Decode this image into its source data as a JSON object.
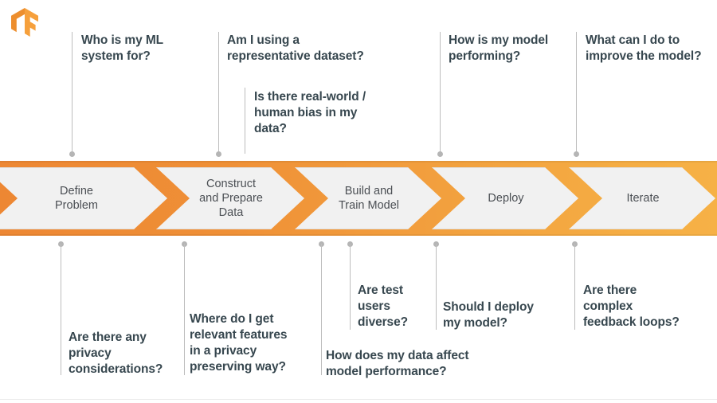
{
  "logo": {
    "name": "tensorflow-logo",
    "colors": {
      "light": "#F6A03C",
      "mid": "#ED8E2E",
      "dark": "#E8751A"
    }
  },
  "theme": {
    "band_gradient_start": "#ED8733",
    "band_gradient_end": "#F6B146",
    "step_fill": "#F1F1F1",
    "step_text": "#4B4F54",
    "question_text": "#37474F",
    "connector": "#BDBDBD"
  },
  "pipeline": {
    "steps": [
      {
        "id": "define-problem",
        "label": "Define\nProblem"
      },
      {
        "id": "construct-prepare-data",
        "label": "Construct\nand Prepare\nData"
      },
      {
        "id": "build-train-model",
        "label": "Build and\nTrain Model"
      },
      {
        "id": "deploy",
        "label": "Deploy"
      },
      {
        "id": "iterate",
        "label": "Iterate"
      }
    ]
  },
  "questions_above": [
    {
      "id": "who-is-my-ml-system-for",
      "text": "Who is my ML\nsystem for?"
    },
    {
      "id": "am-i-using-representative-dataset",
      "text": "Am I using a\nrepresentative dataset?"
    },
    {
      "id": "real-world-human-bias",
      "text": "Is there real-world /\nhuman bias in my\ndata?"
    },
    {
      "id": "how-is-my-model-performing",
      "text": "How is my model\nperforming?"
    },
    {
      "id": "what-can-i-do-to-improve",
      "text": "What can I do to\nimprove the model?"
    }
  ],
  "questions_below": [
    {
      "id": "privacy-considerations",
      "text": "Are there any\nprivacy\nconsiderations?"
    },
    {
      "id": "relevant-features-privacy",
      "text": "Where do I get\nrelevant features\nin a privacy\npreserving way?"
    },
    {
      "id": "how-does-data-affect-performance",
      "text": "How does my data affect\nmodel performance?"
    },
    {
      "id": "are-test-users-diverse",
      "text": "Are test\nusers\ndiverse?"
    },
    {
      "id": "should-i-deploy-my-model",
      "text": "Should I deploy\nmy model?"
    },
    {
      "id": "complex-feedback-loops",
      "text": "Are there\ncomplex\nfeedback loops?"
    }
  ]
}
